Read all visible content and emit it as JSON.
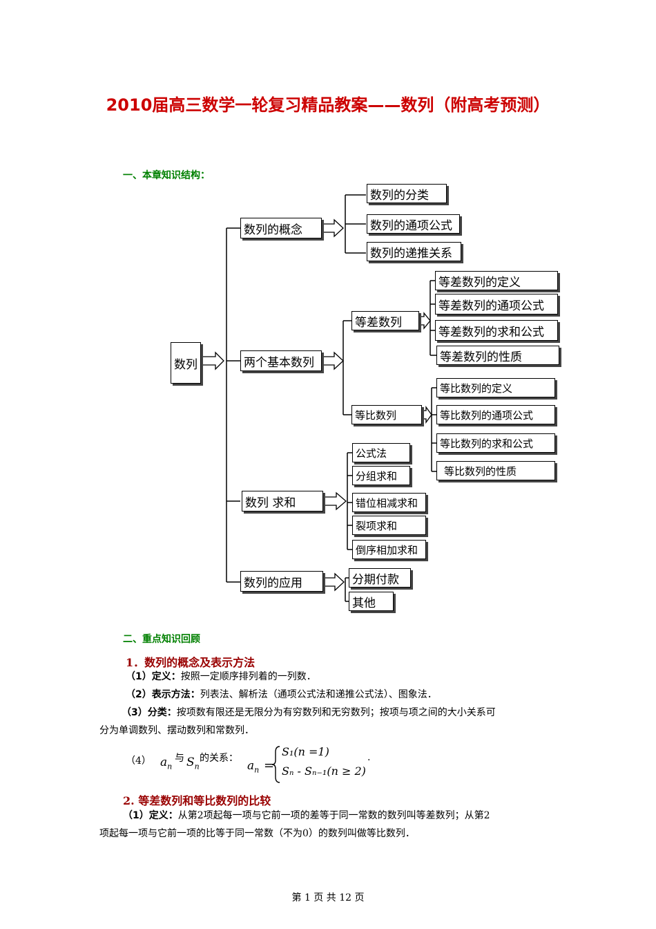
{
  "title": "2010届高三数学一轮复习精品教案——数列（附高考预测）",
  "section1": "一、本章知识结构：",
  "diagram": {
    "root": "数列",
    "level1": [
      "数列的概念",
      "两个基本数列",
      "数列 求和",
      "数列的应用"
    ],
    "concept_children": [
      "数列的分类",
      "数列的通项公式",
      "数列的递推关系"
    ],
    "basic_children": [
      "等差数列",
      "等比数列"
    ],
    "arith_children": [
      "等差数列的定义",
      "等差数列的通项公式",
      "等差数列的求和公式",
      "等差数列的性质"
    ],
    "geo_children": [
      "等比数列的定义",
      "等比数列的通项公式",
      "等比数列的求和公式",
      "等比数列的性质"
    ],
    "sum_children": [
      "公式法",
      "分组求和",
      "错位相减求和",
      "裂项求和",
      "倒序相加求和"
    ],
    "app_children": [
      "分期付款",
      "其他"
    ]
  },
  "section2": "二、重点知识回顾",
  "h_1": "1．数列的概念及表示方法",
  "p1_label": "（1）定义：",
  "p1_text": "按照一定顺序排列着的一列数．",
  "p2_label": "（2）表示方法：",
  "p2_text": "列表法、解析法（通项公式法和递推公式法）、图象法．",
  "p3_label": "（3）分类：",
  "p3_text": "按项数有限还是无限分为有穷数列和无穷数列；按项与项之间的大小关系可",
  "p3_text2": "分为单调数列、摆动数列和常数列．",
  "p4_prefix": "（4）",
  "p4_an": "a",
  "p4_sub_n": "n",
  "p4_with": "与",
  "p4_Sn": "S",
  "p4_rel": "的关系：",
  "p4_eq": "=",
  "p4_case1": "S₁(n =1)",
  "p4_case2": "Sₙ - Sₙ₋₁(n ≥ 2)",
  "p4_end": ".",
  "h_2": "2. 等差数列和等比数列的比较",
  "q1_label": "（1）定义：",
  "q1_text": "从第2项起每一项与它前一项的差等于同一常数的数列叫等差数列；从第2",
  "q1_text2": "项起每一项与它前一项的比等于同一常数（不为0）的数列叫做等比数列．",
  "footer": "第 1 页 共 12 页"
}
